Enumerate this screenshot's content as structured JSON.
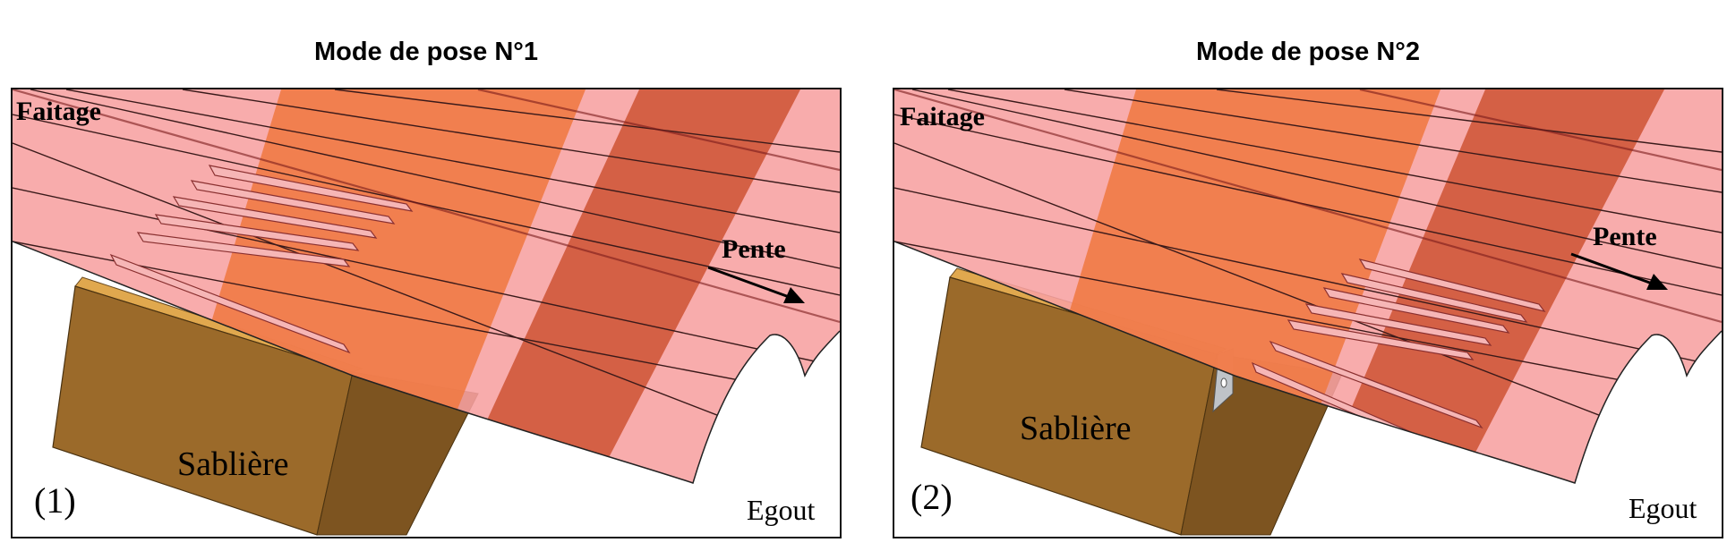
{
  "panels": [
    {
      "title": "Mode de pose N°1",
      "number": "(1)",
      "ridge_label": "Faitage",
      "slope_label": "Pente",
      "beam_label": "Sablière",
      "eave_label": "Egout"
    },
    {
      "title": "Mode de pose N°2",
      "number": "(2)",
      "ridge_label": "Faitage",
      "slope_label": "Pente",
      "beam_label": "Sablière",
      "eave_label": "Egout"
    }
  ],
  "colors": {
    "sheet": "#f7a0a0",
    "band_light": "#f07a45",
    "band_dark": "#cd4a2a",
    "beam_side": "#9b6a2a",
    "beam_top": "#e0a84e",
    "bracket": "#bfc3c8"
  }
}
